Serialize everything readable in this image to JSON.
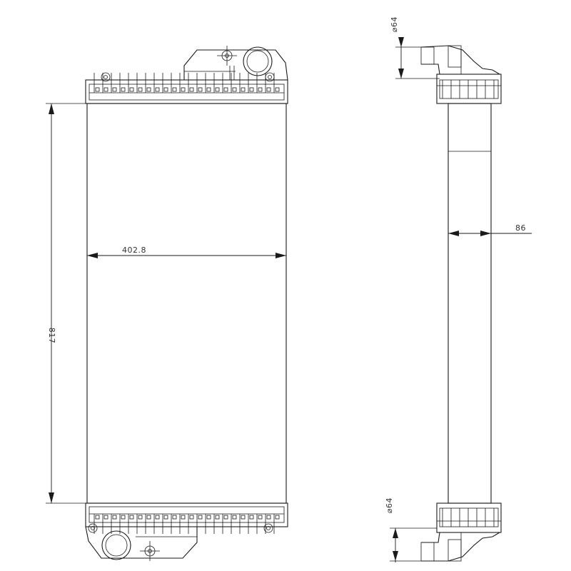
{
  "dimensions": {
    "core_width": "402.8",
    "core_height": "817",
    "side_thickness": "86",
    "top_pipe_diameter": "⌀64",
    "bottom_pipe_diameter": "⌀64"
  },
  "colors": {
    "line": "#1a1a1a",
    "background": "#ffffff"
  }
}
